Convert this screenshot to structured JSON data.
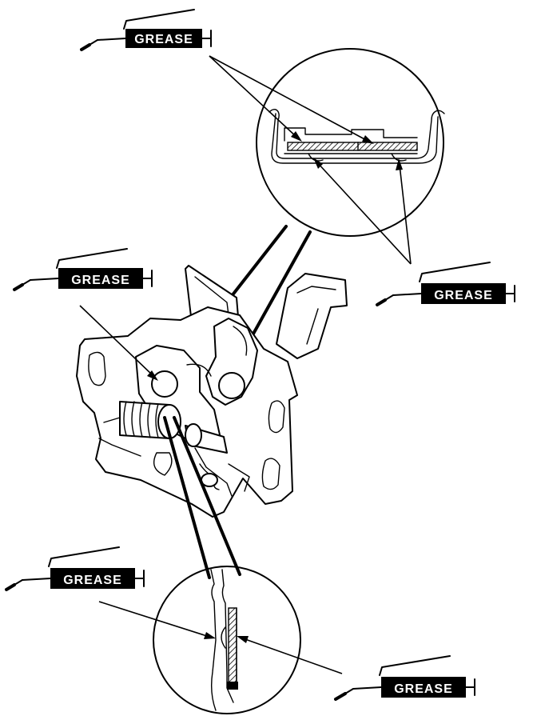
{
  "callouts": {
    "top_left": {
      "label": "GREASE",
      "icon": "grease-gun-icon"
    },
    "mid_left": {
      "label": "GREASE",
      "icon": "grease-gun-icon"
    },
    "mid_right": {
      "label": "GREASE",
      "icon": "grease-gun-icon"
    },
    "bottom_left": {
      "label": "GREASE",
      "icon": "grease-gun-icon"
    },
    "bottom_right": {
      "label": "GREASE",
      "icon": "grease-gun-icon"
    }
  },
  "colors": {
    "line": "#000000",
    "background": "#ffffff",
    "label_fill": "#000000",
    "label_text": "#ffffff"
  }
}
